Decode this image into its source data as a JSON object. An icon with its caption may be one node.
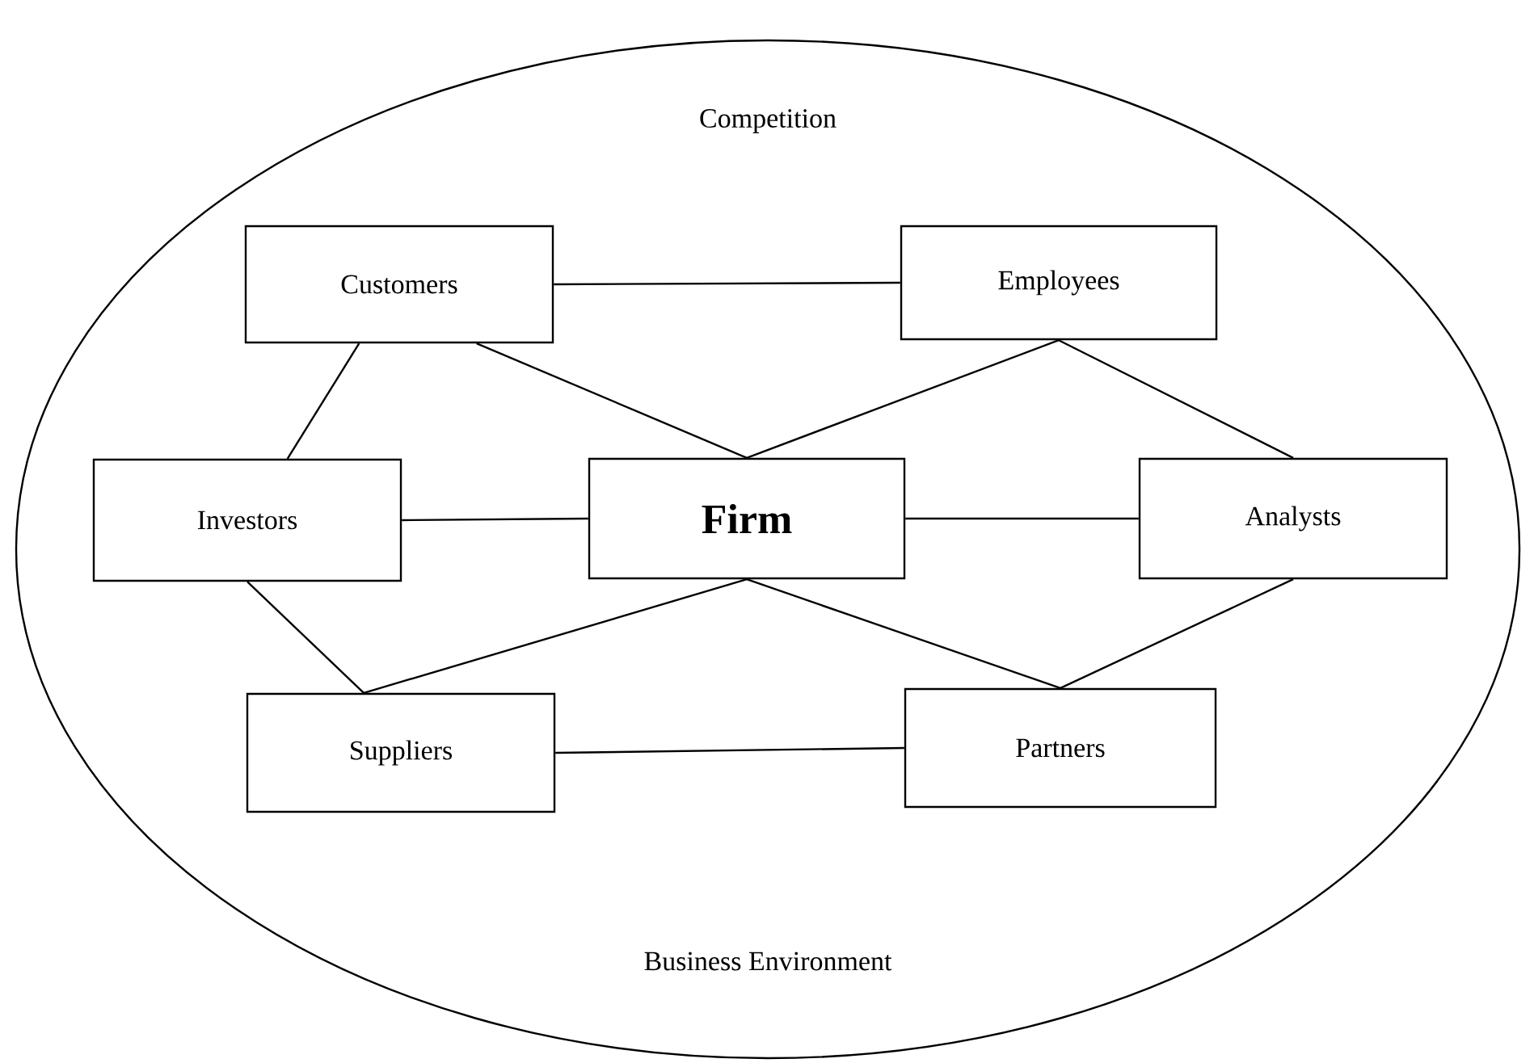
{
  "diagram": {
    "nodes": [
      {
        "text": [
          "Competition",
          "Business Environment"
        ]
      },
      {
        "text": [
          "Customers"
        ],
        "in": 0
      },
      {
        "text": [
          "Employees"
        ],
        "in": 0
      },
      {
        "text": [
          "Investors"
        ],
        "in": 0
      },
      {
        "text": [
          "Firm"
        ],
        "in": 0
      },
      {
        "text": [
          "Analysts"
        ],
        "in": 0
      },
      {
        "text": [
          "Suppliers"
        ],
        "in": 0
      },
      {
        "text": [
          "Partners"
        ],
        "in": 0
      }
    ],
    "edges": [
      {
        "from": 1,
        "to": 2,
        "arrow": "none"
      },
      {
        "from": 1,
        "to": 3,
        "arrow": "none"
      },
      {
        "from": 1,
        "to": 4,
        "arrow": "none"
      },
      {
        "from": 2,
        "to": 4,
        "arrow": "none"
      },
      {
        "from": 2,
        "to": 5,
        "arrow": "none"
      },
      {
        "from": 3,
        "to": 4,
        "arrow": "none"
      },
      {
        "from": 4,
        "to": 5,
        "arrow": "none"
      },
      {
        "from": 3,
        "to": 6,
        "arrow": "none"
      },
      {
        "from": 4,
        "to": 6,
        "arrow": "none"
      },
      {
        "from": 4,
        "to": 7,
        "arrow": "none"
      },
      {
        "from": 5,
        "to": 7,
        "arrow": "none"
      },
      {
        "from": 6,
        "to": 7,
        "arrow": "none"
      }
    ]
  }
}
